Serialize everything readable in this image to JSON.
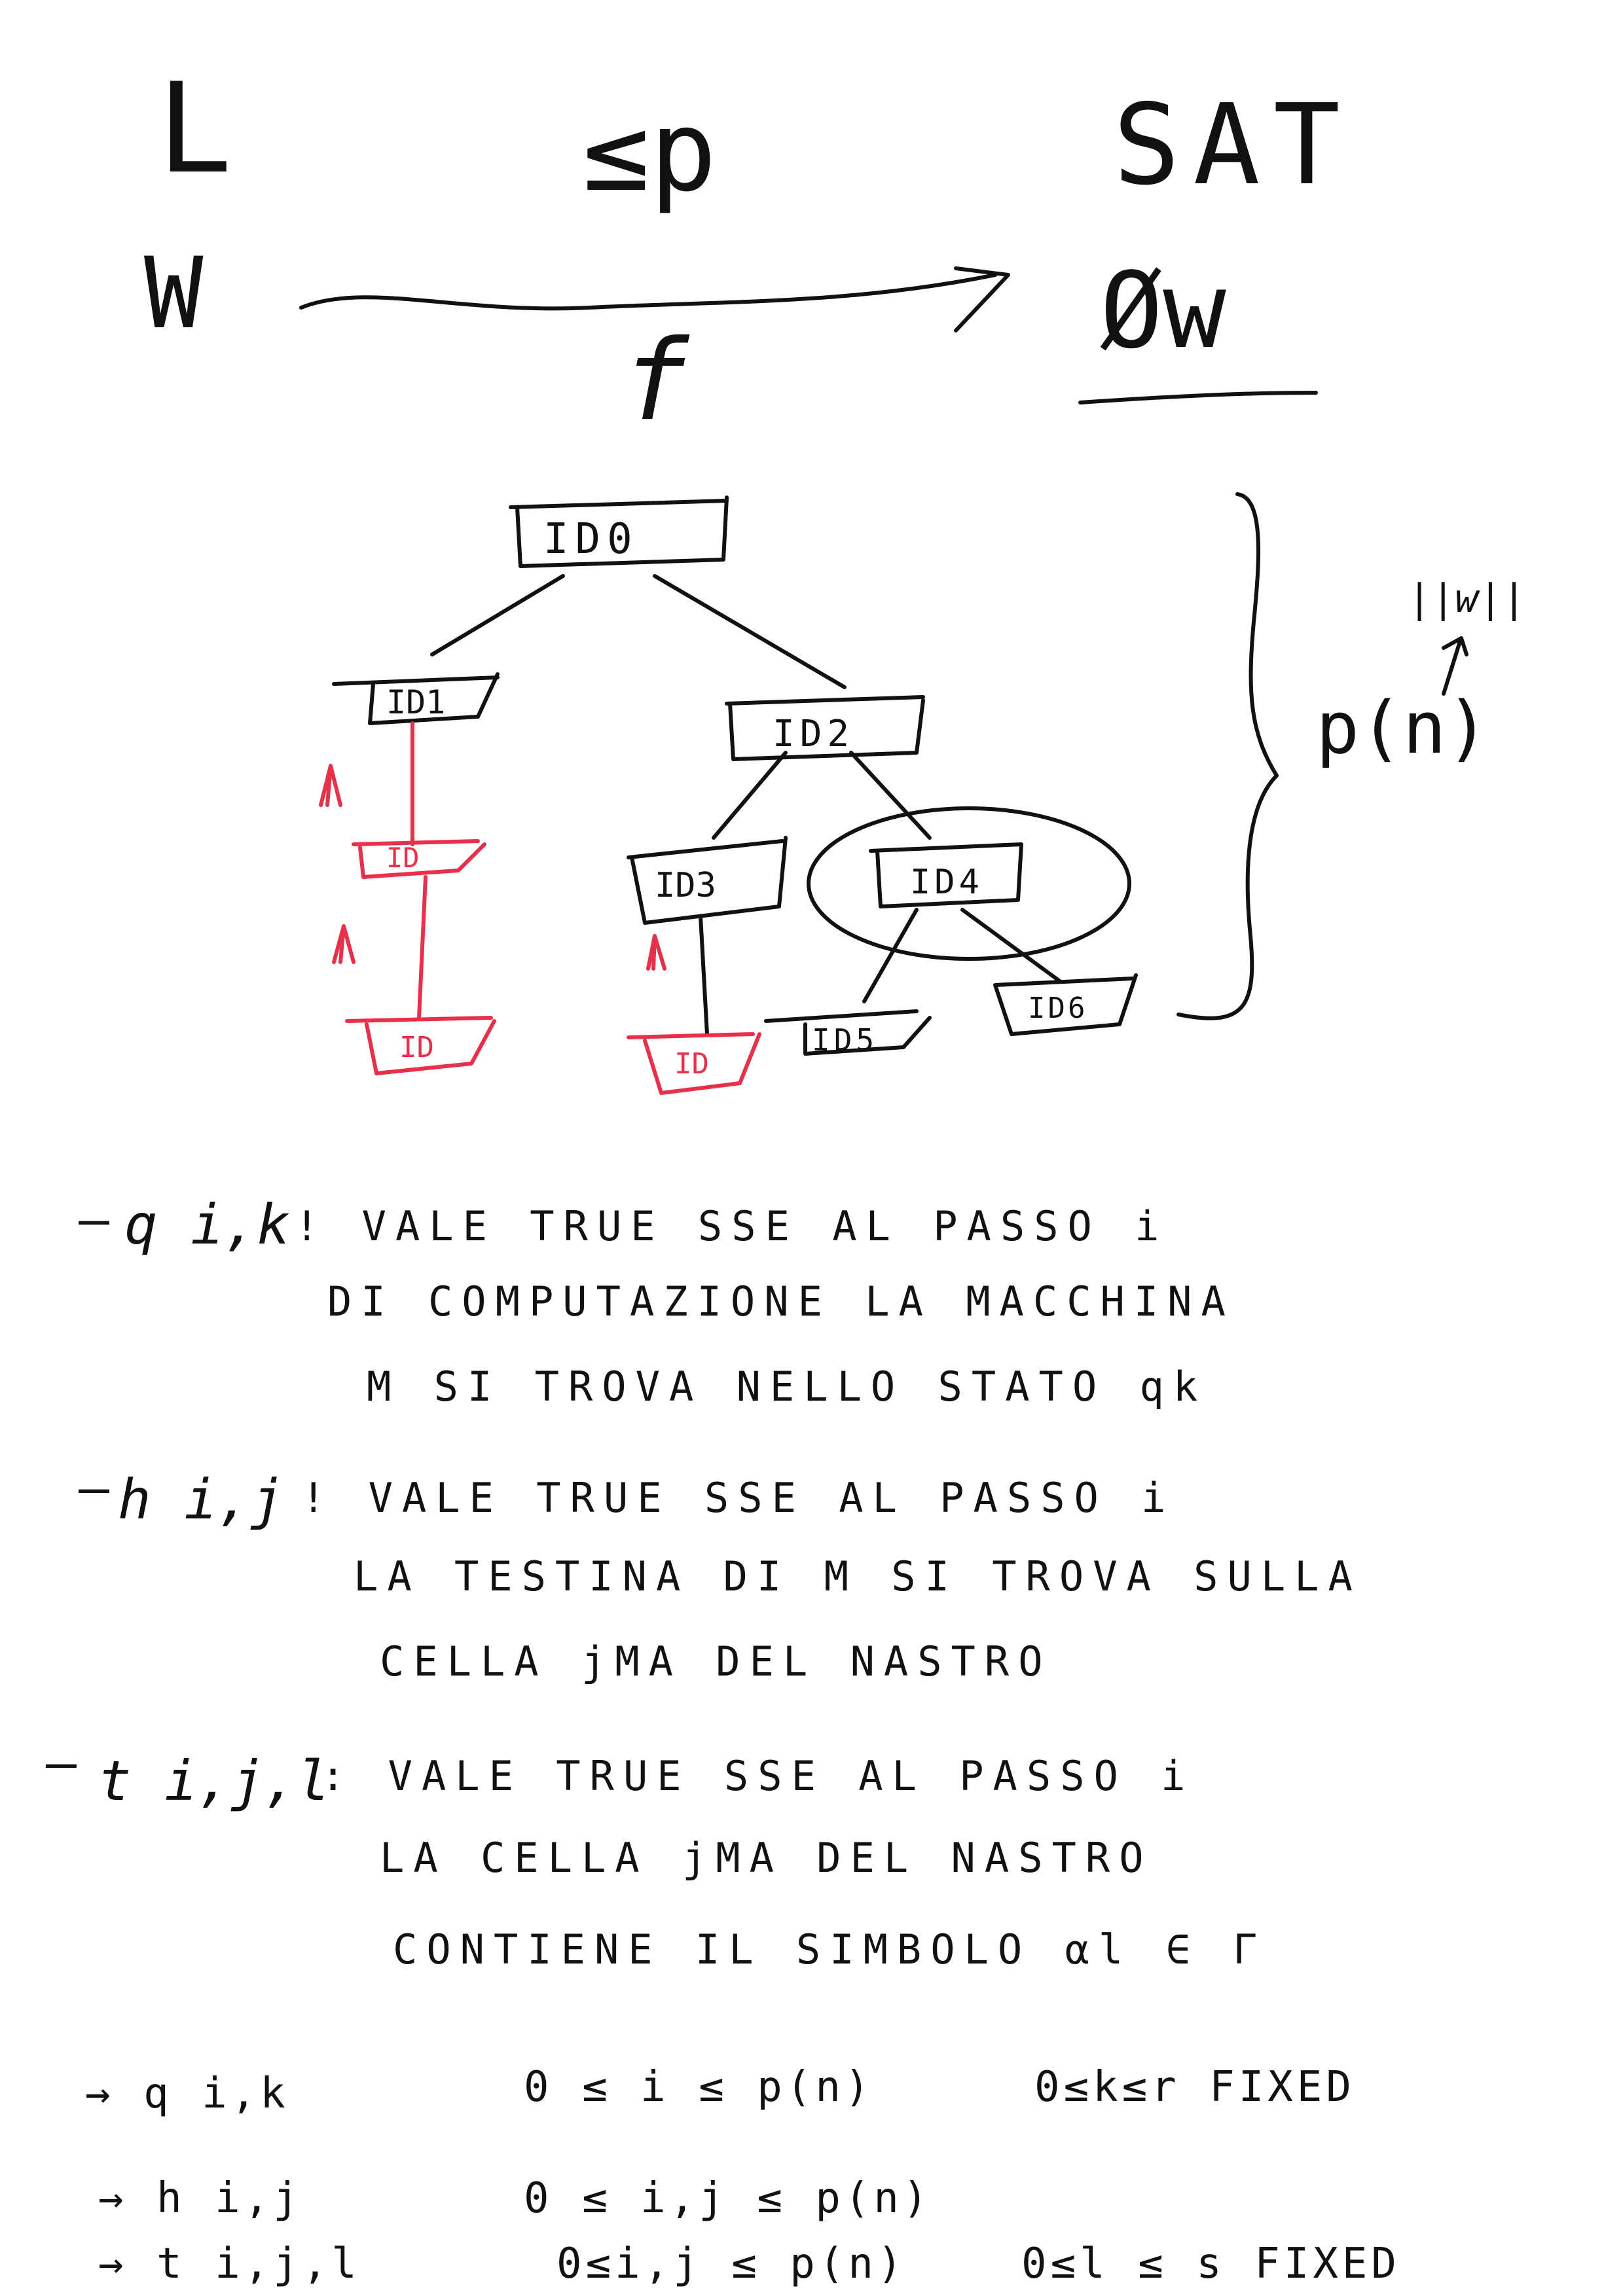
{
  "header": {
    "lang_symbol": "L",
    "reduction": "≤p",
    "problem": "SAT",
    "input_word": "W",
    "function": "f",
    "formula": "Øw"
  },
  "tree": {
    "root": "ID0",
    "nodes": [
      "ID1",
      "ID2",
      "ID3",
      "ID4",
      "ID5",
      "ID6"
    ],
    "red_nodes": [
      "ID",
      "ID",
      "ID"
    ],
    "brace_label": "p(n)",
    "brace_top_label": "||w||"
  },
  "definitions": [
    {
      "symbol": "q i,k",
      "lines": [
        "! VALE TRUE SSE AL PASSO i",
        "DI COMPUTAZIONE LA MACCHINA",
        "M SI TROVA NELLO STATO qk"
      ]
    },
    {
      "symbol": "h i,j",
      "lines": [
        "! VALE TRUE SSE AL PASSO i",
        "LA TESTINA DI M SI TROVA SULLA",
        "CELLA jMA DEL NASTRO"
      ]
    },
    {
      "symbol": "t i,j,l",
      "lines": [
        ": VALE TRUE SSE AL PASSO i",
        "LA CELLA jMA DEL NASTRO",
        "CONTIENE IL SIMBOLO αl ∈ Γ"
      ]
    }
  ],
  "ranges": [
    {
      "symbol": "→ q i,k",
      "range": "0 ≤ i ≤ p(n)",
      "extra": "0≤k≤r FIXED"
    },
    {
      "symbol": "→ h i,j",
      "range": "0 ≤ i,j ≤ p(n)",
      "extra": ""
    },
    {
      "symbol": "→ t i,j,l",
      "range": "0≤i,j ≤ p(n)",
      "extra": "0≤l ≤ s FIXED"
    }
  ]
}
